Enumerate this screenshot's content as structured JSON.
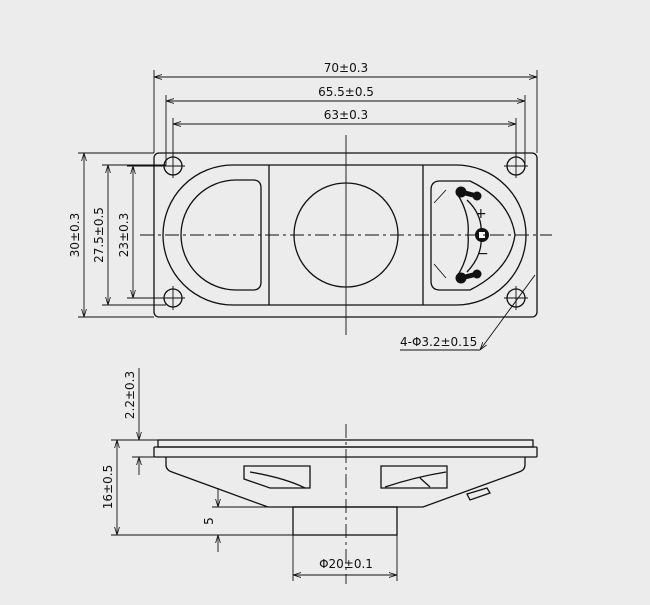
{
  "drawing": {
    "top_view": {
      "dimensions": {
        "overall_length": "70±0.3",
        "frame_length": "65.5±0.5",
        "hole_spacing_length": "63±0.3",
        "overall_width": "30±0.3",
        "frame_width": "27.5±0.5",
        "hole_spacing_width": "23±0.3",
        "mounting_holes": "4-Φ3.2±0.15"
      },
      "terminals": {
        "positive": "+",
        "negative": "−"
      }
    },
    "side_view": {
      "dimensions": {
        "flange_height": "2.2±0.3",
        "total_height": "16±0.5",
        "magnet_height": "5",
        "magnet_diameter": "Φ20±0.1"
      }
    }
  }
}
